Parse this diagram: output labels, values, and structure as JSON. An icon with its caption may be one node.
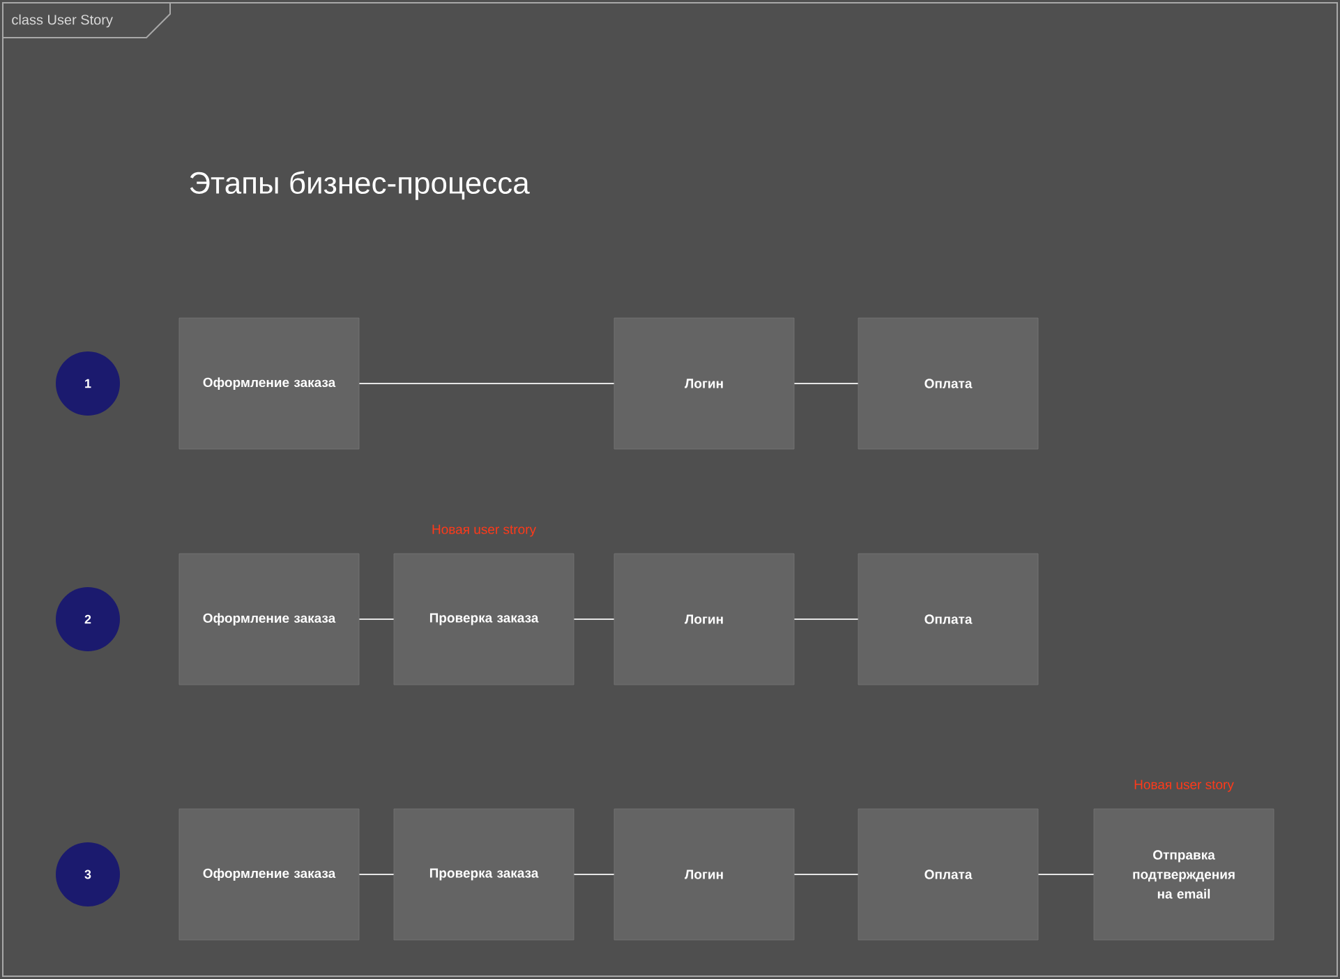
{
  "diagram": {
    "title": "Этапы бизнес-процесса",
    "nodes": [
      {
        "text": [
          "1"
        ]
      },
      {
        "text": [
          "Оформление заказа"
        ]
      },
      {
        "text": [
          "Логин"
        ]
      },
      {
        "text": [
          "Оплата"
        ]
      },
      {
        "text": [
          "2"
        ]
      },
      {
        "text": [
          "Оформление заказа"
        ]
      },
      {
        "text": [
          "Проверка заказа"
        ],
        "beside": [
          "Новая user strory"
        ]
      },
      {
        "text": [
          "Логин"
        ]
      },
      {
        "text": [
          "Оплата"
        ]
      },
      {
        "text": [
          "3"
        ]
      },
      {
        "text": [
          "Оформление заказа"
        ]
      },
      {
        "text": [
          "Проверка заказа"
        ]
      },
      {
        "text": [
          "Логин"
        ]
      },
      {
        "text": [
          "Оплата"
        ]
      },
      {
        "text": [
          "Отправка подтверждения на email"
        ],
        "beside": [
          "Новая user story"
        ]
      }
    ],
    "edges": [
      {
        "from": 1,
        "to": 2,
        "arrow": "none"
      },
      {
        "from": 2,
        "to": 3,
        "arrow": "none"
      },
      {
        "from": 5,
        "to": 6,
        "arrow": "none"
      },
      {
        "from": 6,
        "to": 7,
        "arrow": "none"
      },
      {
        "from": 7,
        "to": 8,
        "arrow": "none"
      },
      {
        "from": 10,
        "to": 11,
        "arrow": "none"
      },
      {
        "from": 11,
        "to": 12,
        "arrow": "none"
      },
      {
        "from": 12,
        "to": 13,
        "arrow": "none"
      },
      {
        "from": 13,
        "to": 14,
        "arrow": "none"
      }
    ],
    "labels": [
      "class User Story"
    ]
  }
}
